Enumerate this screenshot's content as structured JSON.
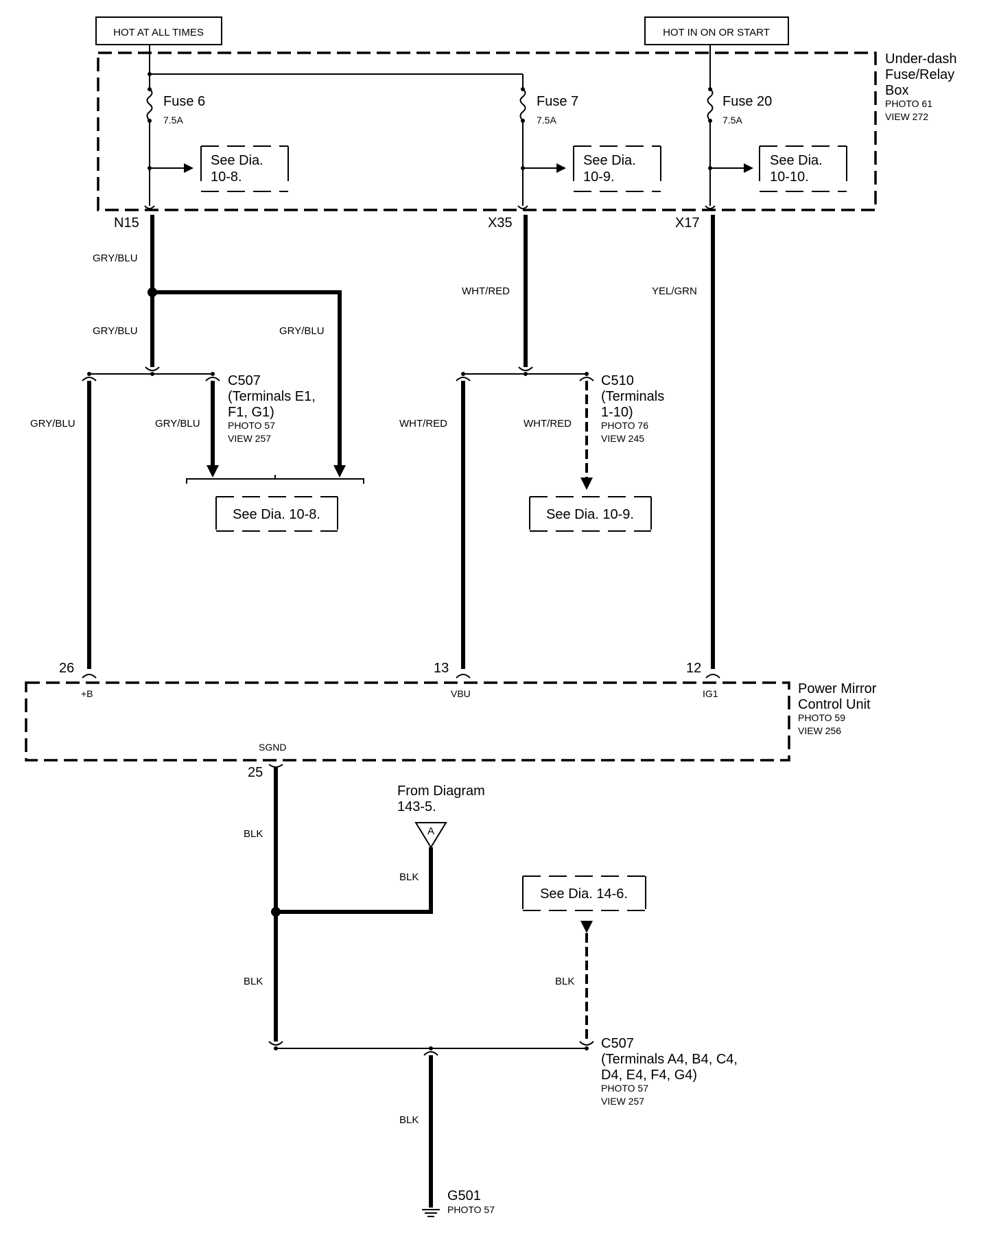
{
  "sources": {
    "hot_at_all_times": "HOT AT ALL TIMES",
    "hot_in_on_or_start": "HOT IN ON OR START"
  },
  "fuse_box": {
    "name_line1": "Under-dash",
    "name_line2": "Fuse/Relay",
    "name_line3": "Box",
    "photo": "PHOTO 61",
    "view": "VIEW 272",
    "fuses": [
      {
        "name": "Fuse 6",
        "rating": "7.5A",
        "see_line1": "See Dia.",
        "see_line2": "10-8.",
        "terminal": "N15"
      },
      {
        "name": "Fuse 7",
        "rating": "7.5A",
        "see_line1": "See Dia.",
        "see_line2": "10-9.",
        "terminal": "X35"
      },
      {
        "name": "Fuse 20",
        "rating": "7.5A",
        "see_line1": "See Dia.",
        "see_line2": "10-10.",
        "terminal": "X17"
      }
    ]
  },
  "wire_colors": {
    "gry_blu": "GRY/BLU",
    "wht_red": "WHT/RED",
    "yel_grn": "YEL/GRN",
    "blk": "BLK"
  },
  "connectors": {
    "c507_top": {
      "name": "C507",
      "line1": "(Terminals E1,",
      "line2": "F1, G1)",
      "photo": "PHOTO 57",
      "view": "VIEW 257"
    },
    "c510": {
      "name": "C510",
      "line1": "(Terminals",
      "line2": "1-10)",
      "photo": "PHOTO 76",
      "view": "VIEW 245"
    },
    "c507_bottom": {
      "name": "C507",
      "line1": "(Terminals A4, B4, C4,",
      "line2": "D4, E4, F4, G4)",
      "photo": "PHOTO 57",
      "view": "VIEW 257"
    }
  },
  "references": {
    "dia_10_8": "See Dia. 10-8.",
    "dia_10_9": "See Dia. 10-9.",
    "dia_14_6": "See Dia. 14-6."
  },
  "control_unit": {
    "name_line1": "Power Mirror",
    "name_line2": "Control Unit",
    "photo": "PHOTO 59",
    "view": "VIEW 256",
    "pins": [
      {
        "number": "26",
        "label": "+B"
      },
      {
        "number": "13",
        "label": "VBU"
      },
      {
        "number": "12",
        "label": "IG1"
      },
      {
        "number": "25",
        "label": "SGND"
      }
    ]
  },
  "from_diagram": {
    "line1": "From Diagram",
    "line2": "143-5.",
    "marker": "A"
  },
  "ground": {
    "name": "G501",
    "photo": "PHOTO 57"
  }
}
